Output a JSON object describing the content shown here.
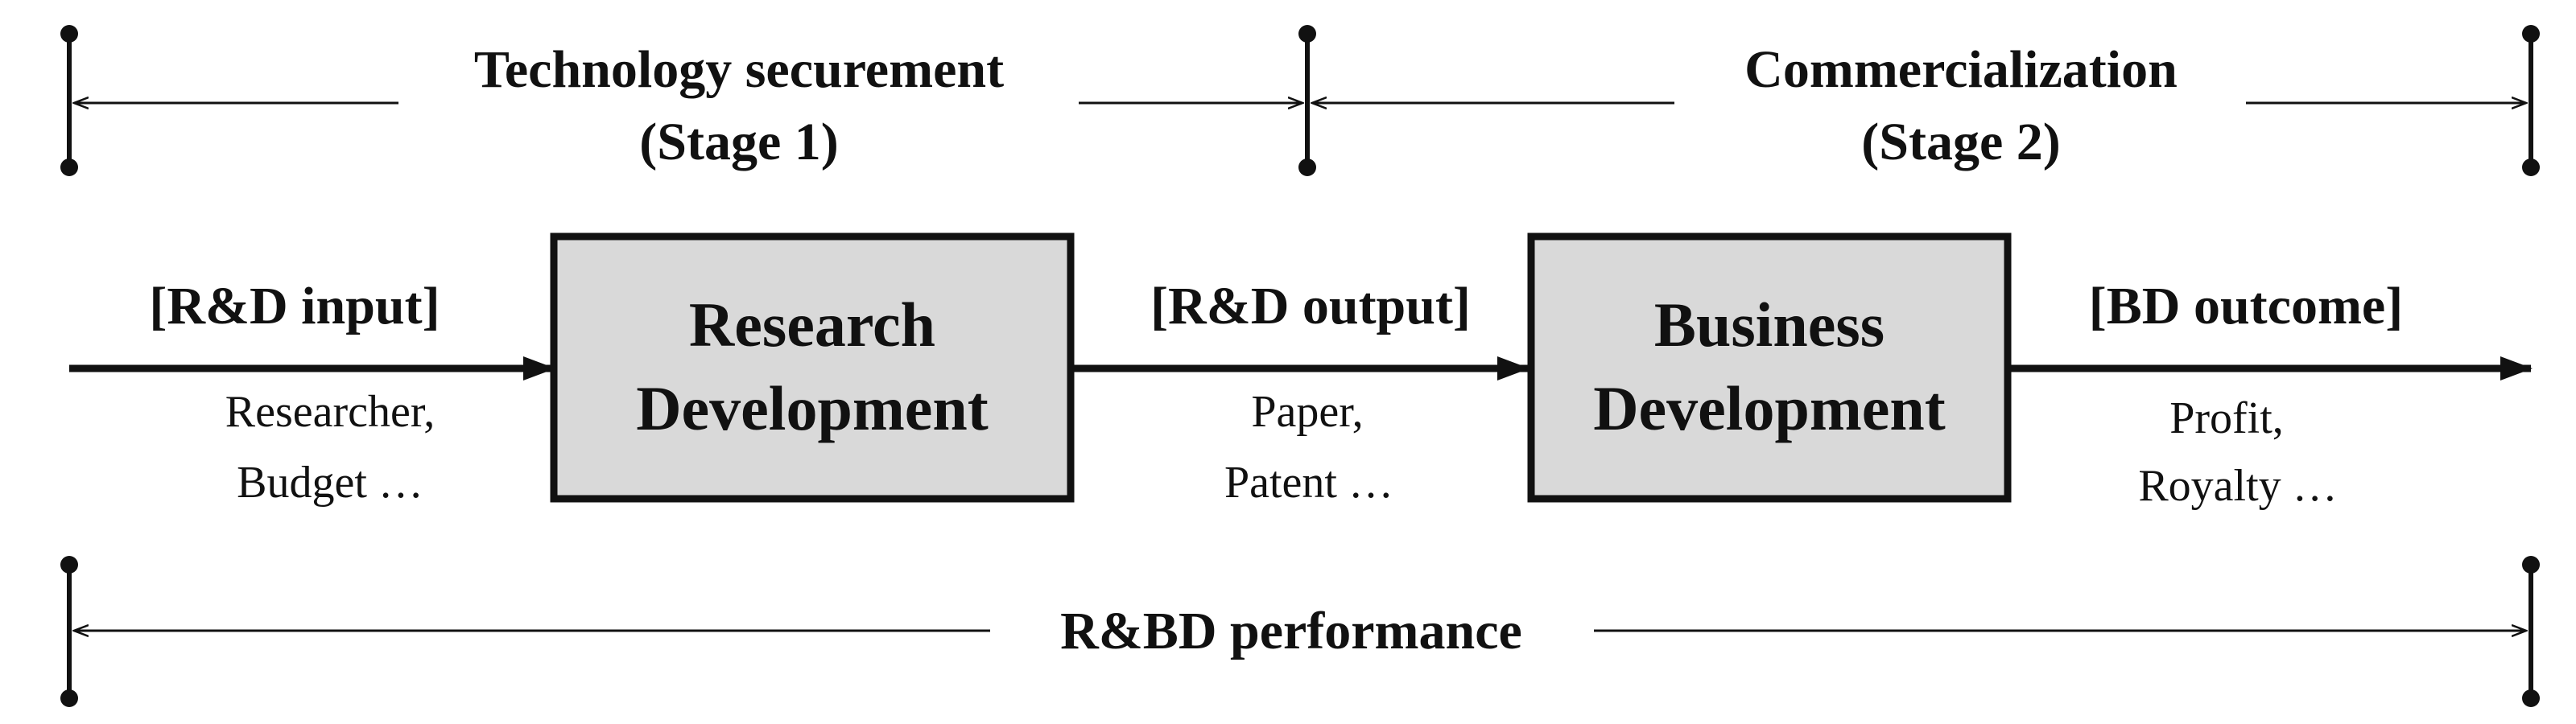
{
  "stages": {
    "stage1": {
      "title": "Technology securement",
      "subtitle": "(Stage 1)"
    },
    "stage2": {
      "title": "Commercialization",
      "subtitle": "(Stage 2)"
    }
  },
  "flow": {
    "input": {
      "heading": "[R&D input]",
      "line1": "Researcher,",
      "line2": "Budget  …"
    },
    "box1": {
      "line1": "Research",
      "line2": "Development"
    },
    "output": {
      "heading": "[R&D output]",
      "line1": "Paper,",
      "line2": "Patent  …"
    },
    "box2": {
      "line1": "Business",
      "line2": "Development"
    },
    "outcome": {
      "heading": "[BD outcome]",
      "line1": "Profit,",
      "line2": "Royalty  …"
    }
  },
  "performance": {
    "label": "R&BD performance"
  },
  "colors": {
    "box_fill": "#d9d9d9",
    "line": "#111111"
  }
}
